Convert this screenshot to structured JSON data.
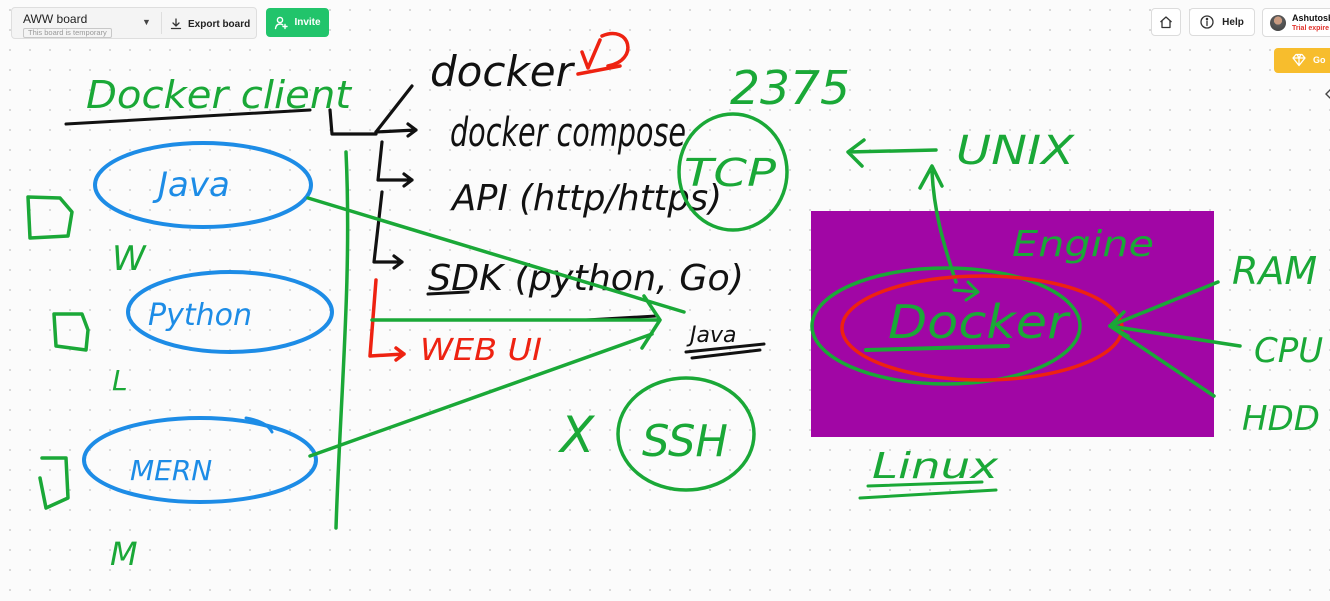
{
  "board": {
    "title": "AWW board",
    "subtitle": "This board is temporary",
    "export_label": "Export board"
  },
  "toolbar": {
    "invite_label": "Invite",
    "help_label": "Help"
  },
  "user": {
    "name": "Ashutosh",
    "trial_text": "Trial expire"
  },
  "promo": {
    "label": "Go"
  },
  "colors": {
    "ink_green": "#1aa837",
    "ink_blue": "#1d8ce6",
    "ink_black": "#111111",
    "ink_red": "#ee2211",
    "rect_purple": "#a106a5",
    "invite_green": "#21c46b",
    "promo_yellow": "#f7bd2d"
  },
  "drawing": {
    "texts": {
      "docker_client": "Docker client",
      "java": "Java",
      "python": "Python",
      "mern": "MERN",
      "w": "W",
      "l": "L",
      "m": "M",
      "docker_cmd": "docker",
      "docker_compose": "docker compose",
      "api": "API (http/https)",
      "sdk": "SDK (python, Go)",
      "java_small": "Java",
      "webui": "WEB UI",
      "port": "2375",
      "tcp": "TCP",
      "ssh": "SSH",
      "x_mark": "X",
      "unix": "UNIX",
      "engine": "Engine",
      "docker_engine": "Docker",
      "linux": "Linux",
      "ram": "RAM",
      "cpu": "CPU",
      "hdd": "HDD"
    }
  }
}
